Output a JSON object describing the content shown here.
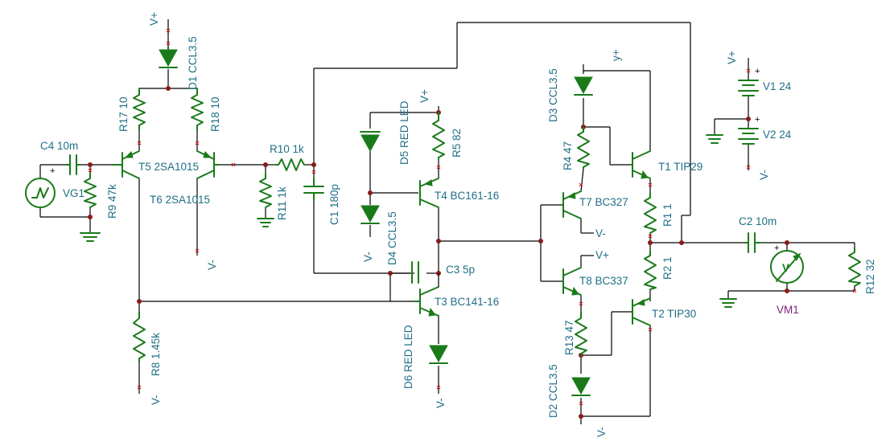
{
  "labels": {
    "vp1": "V+",
    "d1": "D1 CCL3.5",
    "r17": "R17 10",
    "r18": "R18 10",
    "c4": "C4 10m",
    "vg1": "VG1",
    "r9": "R9 47k",
    "t5": "T5 2SA1015",
    "t6": "T6 2SA1015",
    "vm_t6": "V-",
    "r10": "R10 1k",
    "r11": "R11 1k",
    "c1": "C1 180p",
    "r8": "R8 1.45k",
    "vm_r8": "V-",
    "d5": "D5 RED LED",
    "vp_r5": "V+",
    "r5": "R5 82",
    "t4": "T4 BC161-16",
    "d4": "D4 CCL3.5",
    "vm_d4": "V-",
    "c3": "C3 5p",
    "t3": "T3 BC141-16",
    "d6": "D6 RED LED",
    "vm_d6": "V-",
    "d3": "D3 CCL3.5",
    "vp_d3": "y+",
    "r4": "R4 47",
    "t1": "T1 TIP29",
    "t7": "T7 BC327",
    "vm_t7": "V-",
    "vp_t8": "V+",
    "t8": "T8 BC337",
    "r1": "R1 1",
    "r2": "R2 1",
    "r13": "R13 47",
    "t2": "T2 TIP30",
    "d2": "D2 CCL3.5",
    "vm_d2": "V-",
    "c2": "C2 10m",
    "vm1": "VM1",
    "vm1_symbol": "V",
    "r12": "R12 32",
    "vp_bat": "V+",
    "v1": "V1 24",
    "v2": "V2 24",
    "vm_bat": "V-",
    "plus1": "+",
    "plus2": "+",
    "plus_c4": "+",
    "plus_vm": "+"
  }
}
